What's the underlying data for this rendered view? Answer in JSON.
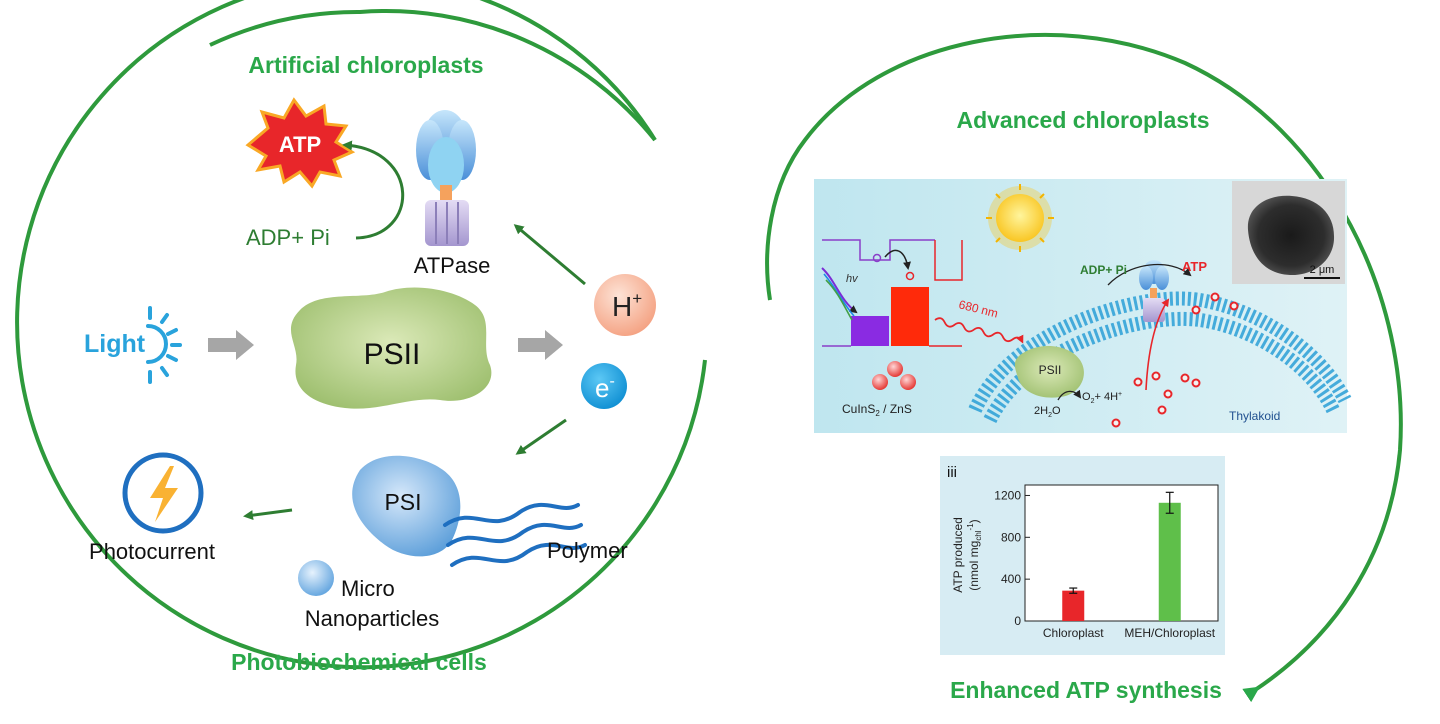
{
  "left_panel": {
    "title_top": "Artificial chloroplasts",
    "title_bottom": "Photobiochemical cells",
    "atp_label": "ATP",
    "adp_label": "ADP+ Pi",
    "atpase_label": "ATPase",
    "light_label": "Light",
    "psii_label": "PSII",
    "h_label": "H",
    "h_sup": "+",
    "e_label": "e",
    "e_sup": "-",
    "psi_label": "PSI",
    "polymer_label": "Polymer",
    "photocurrent_label": "Photocurrent",
    "particles_line1": "Micro",
    "particles_line2": "Nanoparticles"
  },
  "right_panel": {
    "title_top": "Advanced chloroplasts",
    "title_bottom": "Enhanced ATP synthesis",
    "schematic": {
      "hv_label": "hv",
      "wavelength_label": "680 nm",
      "qd_label": "CuInS",
      "qd_sub": "2",
      "qd_label2": " / ZnS",
      "psii_label": "PSII",
      "water_label": "2H",
      "water_sub": "2",
      "water_label2": "O",
      "o2_label": "O",
      "o2_sub": "2",
      "o2_label2": "+ 4H",
      "o2_sup": "+",
      "adp_label": "ADP+ Pi",
      "atp_label": "ATP",
      "thylakoid_label": "Thylakoid",
      "scale_label": "2 μm"
    }
  },
  "colors": {
    "green_title": "#2aa84a",
    "dark_green": "#2e7d32",
    "light_blue": "#29a3dc",
    "bar_red": "#e8262a",
    "bar_green": "#5fbf4a"
  },
  "chart_data": {
    "type": "bar",
    "panel_label": "iii",
    "categories": [
      "Chloroplast",
      "MEH/Chloroplast"
    ],
    "values": [
      290,
      1130
    ],
    "errors": [
      25,
      100
    ],
    "colors": [
      "#e8262a",
      "#5fbf4a"
    ],
    "ylabel": "ATP produced",
    "ylabel2_prefix": "(nmol mg",
    "ylabel2_sub": "chl",
    "ylabel2_sup": "-1",
    "ylabel2_suffix": ")",
    "ylim": [
      0,
      1300
    ],
    "yticks": [
      0,
      400,
      800,
      1200
    ],
    "ytick_labels": [
      "0",
      "400",
      "800",
      "1200"
    ]
  }
}
